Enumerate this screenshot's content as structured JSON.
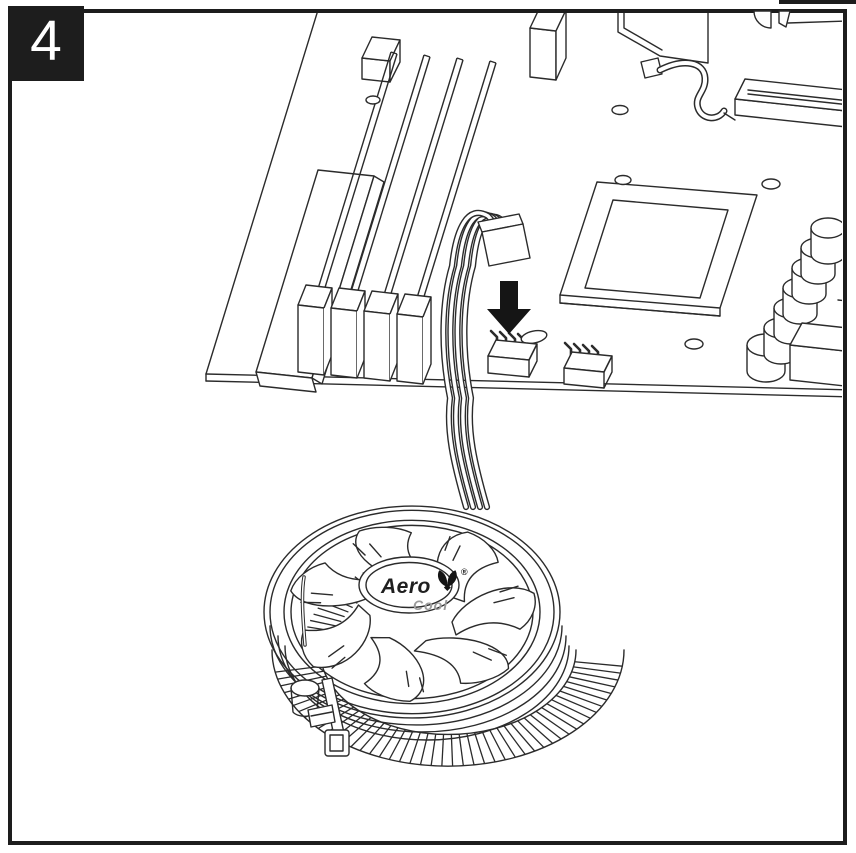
{
  "page": {
    "background": "#ffffff",
    "frame_color": "#1d1d1d"
  },
  "step_badge": {
    "number": "4",
    "bg": "#1d1d1d",
    "fg": "#ffffff"
  },
  "illustration": {
    "line_color": "#2b2b2b",
    "fill_color": "#ffffff",
    "arrow_icon": {
      "name": "down-arrow-icon",
      "color": "#151515"
    },
    "brand_logo": {
      "name": "Aero",
      "sub": "Cool",
      "registered": "®",
      "mark": "butterfly-icon",
      "name_color": "#1f1f1f",
      "sub_color": "#9b9b9b"
    }
  }
}
